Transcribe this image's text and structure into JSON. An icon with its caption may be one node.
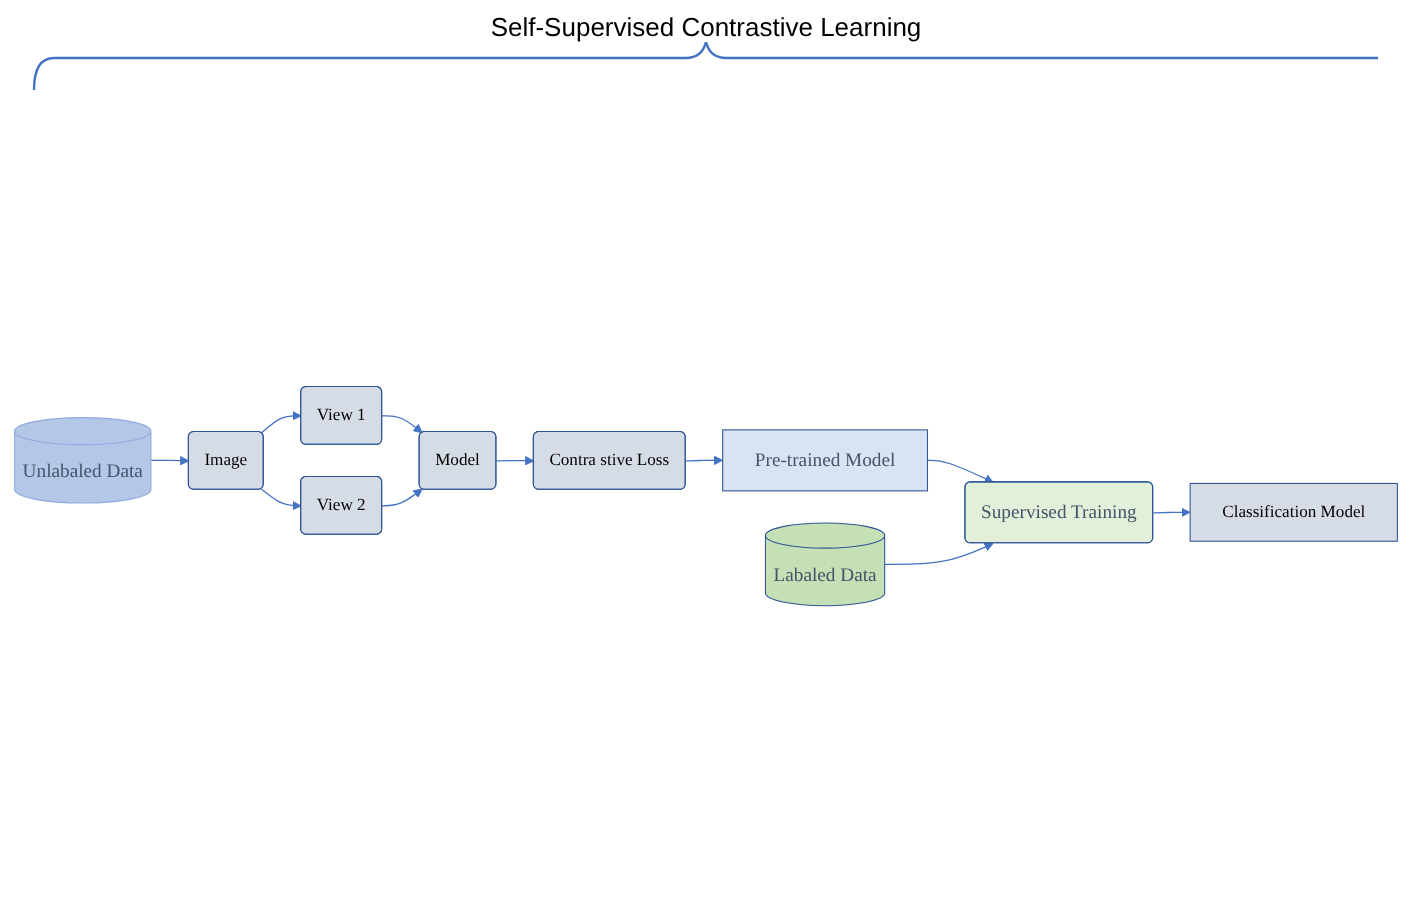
{
  "diagram": {
    "nodes": [
      {
        "text": [
          "Unlabaled Data"
        ]
      },
      {
        "text": [
          "Image"
        ]
      },
      {
        "text": [
          "View 1"
        ]
      },
      {
        "text": [
          "View 2"
        ]
      },
      {
        "text": [
          "Model"
        ]
      },
      {
        "text": [
          "Contra stive Loss"
        ]
      },
      {
        "text": [
          "Pre-trained Model"
        ]
      },
      {
        "text": [
          "Labaled Data"
        ]
      },
      {
        "text": [
          "Supervised Training"
        ]
      },
      {
        "text": [
          "Classification Model"
        ]
      }
    ],
    "edges": [
      {
        "from": 0,
        "to": 1,
        "arrow": "to"
      },
      {
        "from": 1,
        "to": 2,
        "arrow": "to"
      },
      {
        "from": 1,
        "to": 3,
        "arrow": "to"
      },
      {
        "from": 2,
        "to": 4,
        "arrow": "to"
      },
      {
        "from": 3,
        "to": 4,
        "arrow": "to"
      },
      {
        "from": 4,
        "to": 5,
        "arrow": "to"
      },
      {
        "from": 5,
        "to": 6,
        "arrow": "to"
      },
      {
        "from": 6,
        "to": 8,
        "arrow": "to"
      },
      {
        "from": 7,
        "to": 8,
        "arrow": "to"
      },
      {
        "from": 8,
        "to": 9,
        "arrow": "to"
      }
    ],
    "labels": [
      "Self-Supervised Contrastive Learning"
    ]
  }
}
